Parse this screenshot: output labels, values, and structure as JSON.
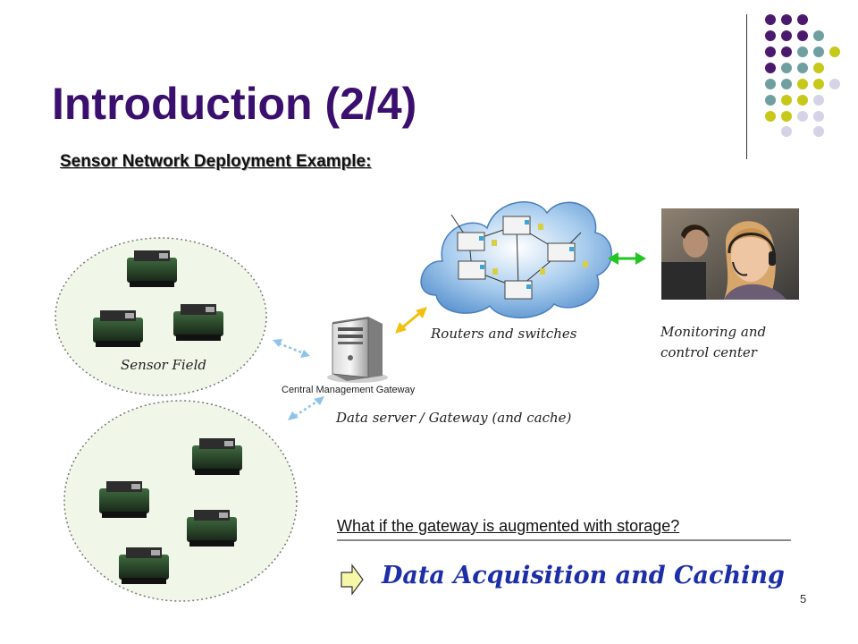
{
  "slide": {
    "title": "Introduction (2/4)",
    "subtitle": "Sensor Network Deployment Example:",
    "page_number": "5"
  },
  "labels": {
    "routers": "Routers and switches",
    "monitoring": "Monitoring and control center",
    "sensor_field": "Sensor Field",
    "gateway": "Data server / Gateway (and cache)",
    "central_gateway": "Central Management Gateway"
  },
  "question": "What if the gateway is augmented with storage?",
  "conclusion": "Data Acquisition and Caching",
  "colors": {
    "title": "#3b0f6e",
    "conclusion": "#1d2ea8",
    "dot_purple": "#4b1a6e",
    "dot_teal": "#6f9fa0",
    "dot_yellow": "#c6c81a",
    "dot_lavender": "#d4d3e8",
    "arrow_gateway_router": "#f2c10f",
    "arrow_router_center": "#22c622",
    "arrow_field_gateway": "#8ec4ea"
  }
}
